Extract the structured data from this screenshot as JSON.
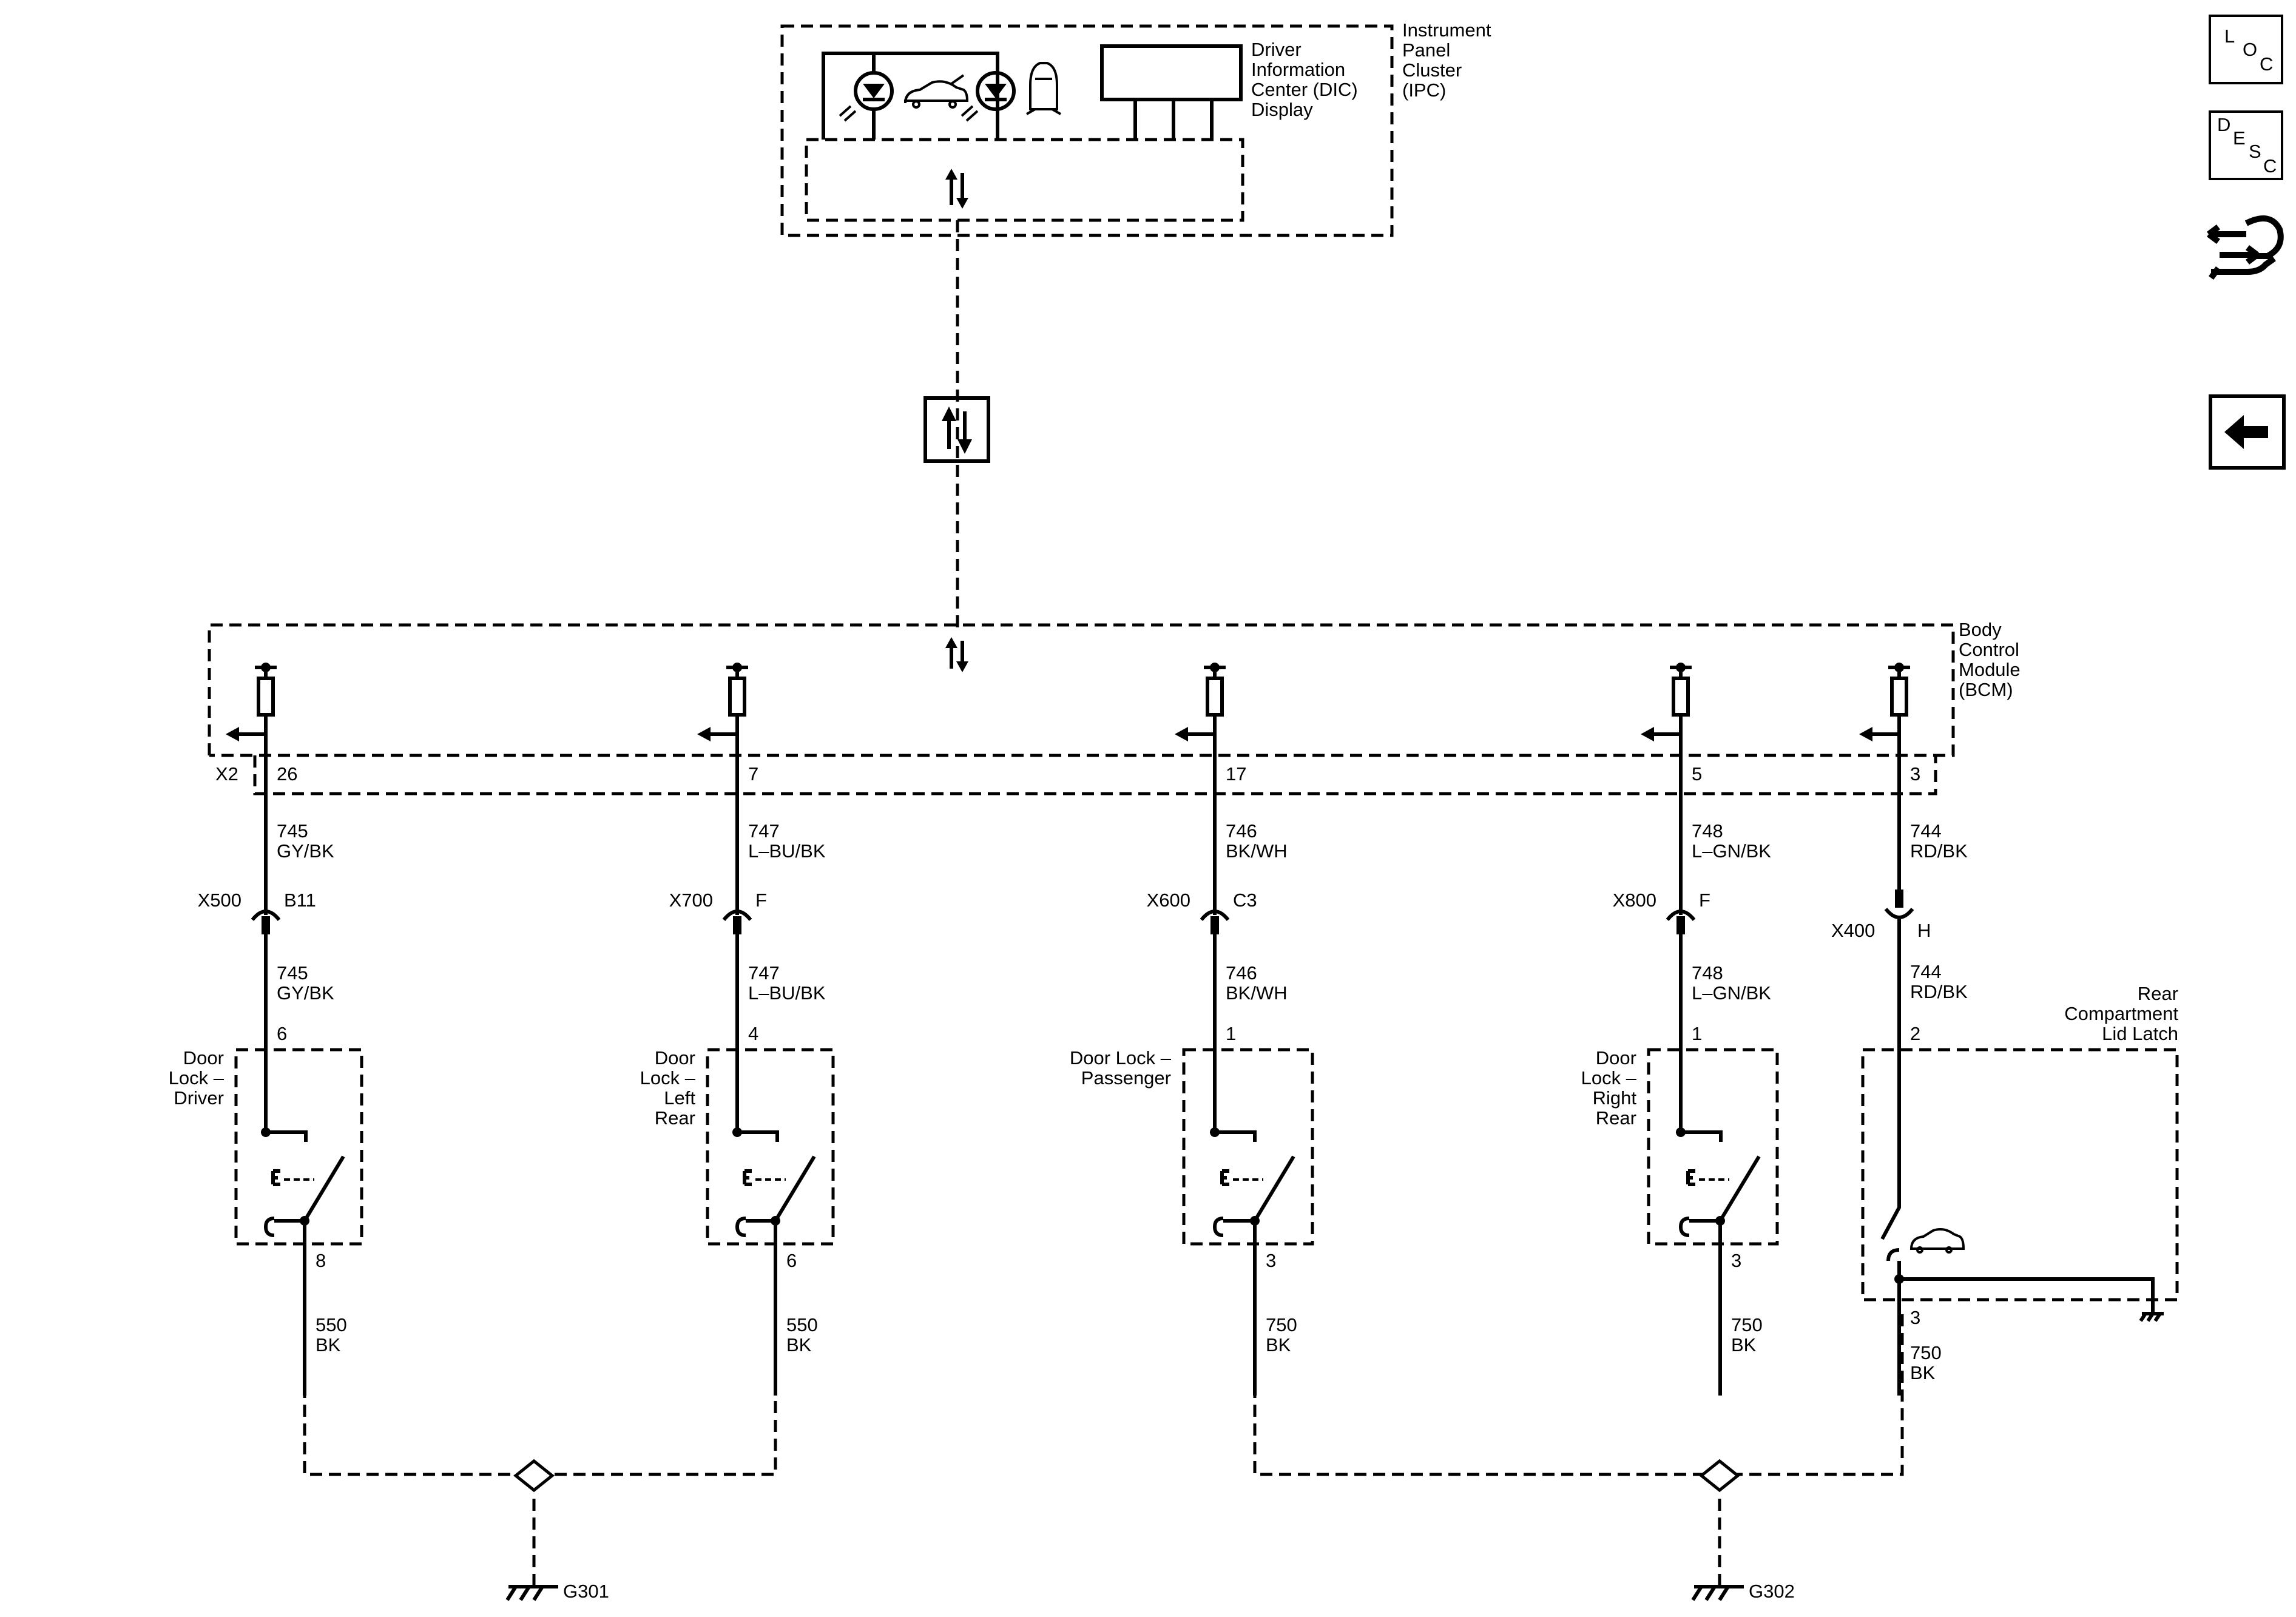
{
  "ipc": {
    "dic_label": [
      "Driver",
      "Information",
      "Center (DIC)",
      "Display"
    ],
    "module_label": [
      "Instrument",
      "Panel",
      "Cluster",
      "(IPC)"
    ],
    "icons": [
      "led-icon",
      "rear-lid-ajar-icon",
      "led-icon",
      "door-ajar-icon"
    ]
  },
  "bcm": {
    "label": [
      "Body",
      "Control",
      "Module",
      "(BCM)"
    ],
    "connector": "X2"
  },
  "circuits": [
    {
      "pin": "26",
      "wire_top": [
        "745",
        "GY/BK"
      ],
      "conn": "X500",
      "conn_pin": "B11",
      "wire_mid": [
        "745",
        "GY/BK"
      ],
      "comp_pin": "6",
      "comp_label": [
        "Door",
        "Lock –",
        "Driver"
      ],
      "out_pin": "8",
      "wire_bot": [
        "550",
        "BK"
      ]
    },
    {
      "pin": "7",
      "wire_top": [
        "747",
        "L–BU/BK"
      ],
      "conn": "X700",
      "conn_pin": "F",
      "wire_mid": [
        "747",
        "L–BU/BK"
      ],
      "comp_pin": "4",
      "comp_label": [
        "Door",
        "Lock –",
        "Left",
        "Rear"
      ],
      "out_pin": "6",
      "wire_bot": [
        "550",
        "BK"
      ]
    },
    {
      "pin": "17",
      "wire_top": [
        "746",
        "BK/WH"
      ],
      "conn": "X600",
      "conn_pin": "C3",
      "wire_mid": [
        "746",
        "BK/WH"
      ],
      "comp_pin": "1",
      "comp_label": [
        "Door Lock –",
        "Passenger"
      ],
      "out_pin": "3",
      "wire_bot": [
        "750",
        "BK"
      ]
    },
    {
      "pin": "5",
      "wire_top": [
        "748",
        "L–GN/BK"
      ],
      "conn": "X800",
      "conn_pin": "F",
      "wire_mid": [
        "748",
        "L–GN/BK"
      ],
      "comp_pin": "1",
      "comp_label": [
        "Door",
        "Lock –",
        "Right",
        "Rear"
      ],
      "out_pin": "3",
      "wire_bot": [
        "750",
        "BK"
      ]
    },
    {
      "pin": "3",
      "wire_top": [
        "744",
        "RD/BK"
      ],
      "conn": "X400",
      "conn_pin": "H",
      "wire_mid": [
        "744",
        "RD/BK"
      ],
      "comp_pin": "2",
      "comp_label": [
        "Rear",
        "Compartment",
        "Lid Latch"
      ],
      "out_pin": "3",
      "wire_bot": [
        "750",
        "BK"
      ]
    }
  ],
  "grounds": [
    "G301",
    "G302"
  ],
  "side_buttons": [
    {
      "name": "loc-button",
      "letters": [
        "L",
        "O",
        "C"
      ]
    },
    {
      "name": "desc-button",
      "letters": [
        "D",
        "E",
        "S",
        "C"
      ]
    }
  ],
  "side_icons": [
    "connector-repair-icon",
    "back-arrow-icon"
  ]
}
